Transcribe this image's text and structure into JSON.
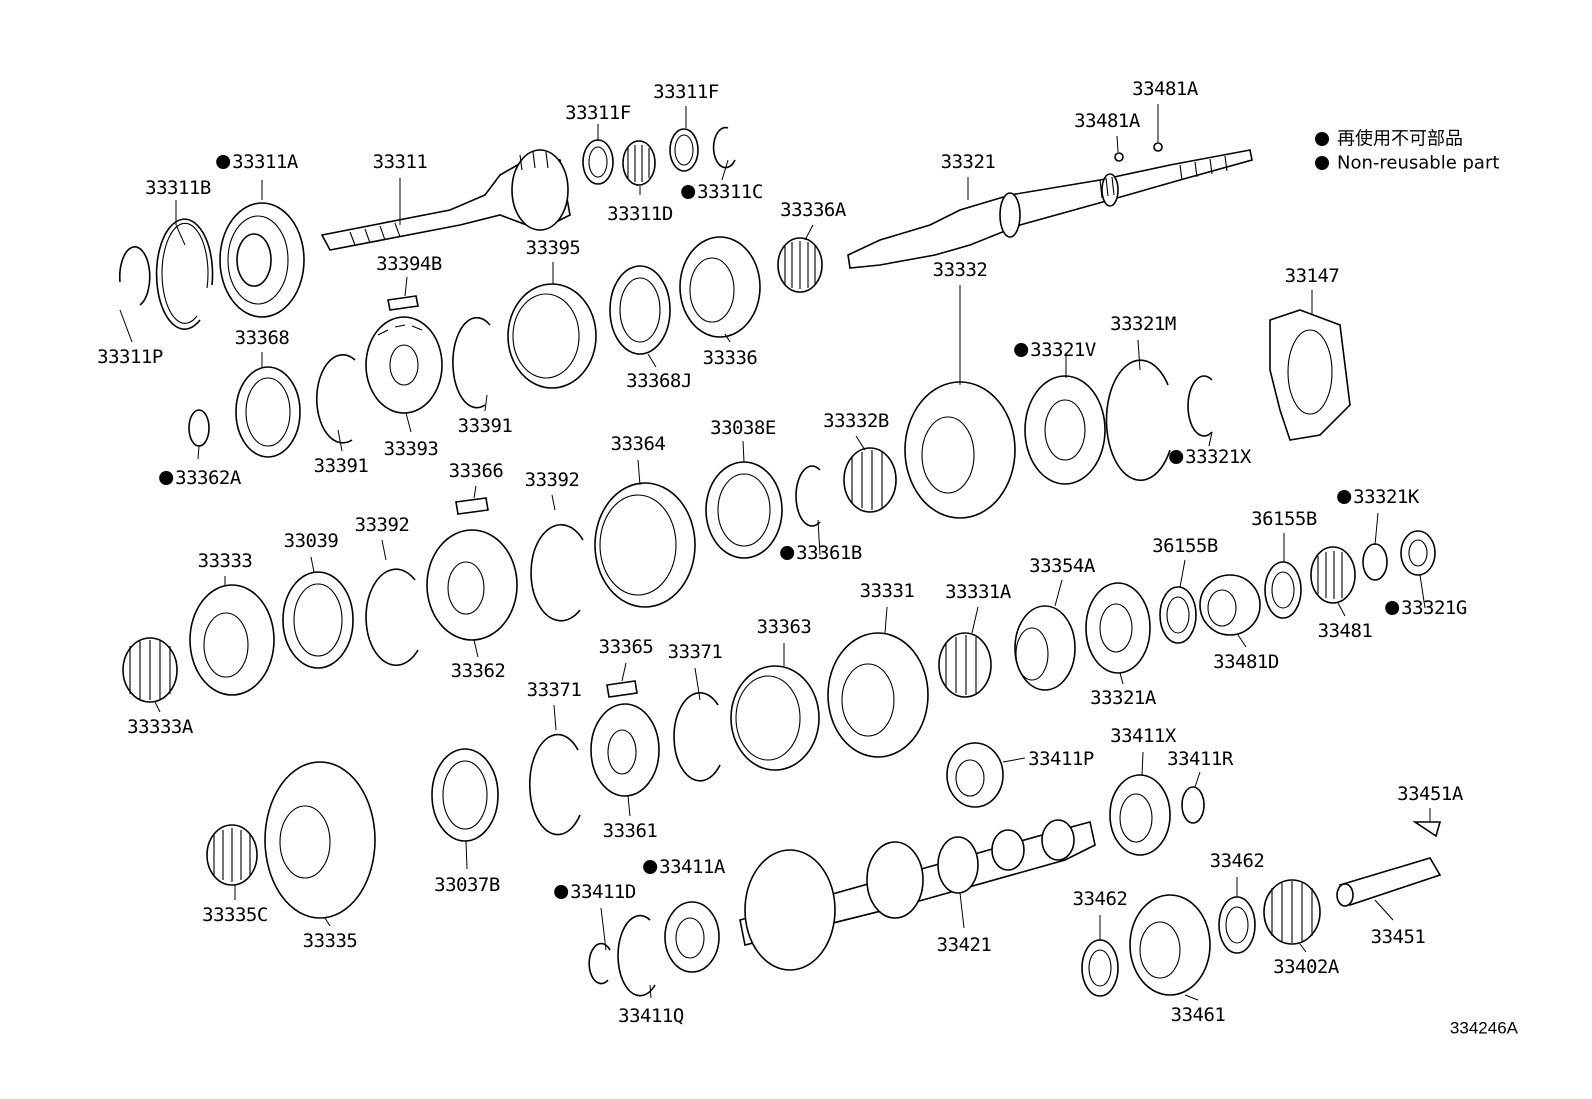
{
  "legend": {
    "line_ja": "再使用不可部品",
    "line_en": "Non-reusable part"
  },
  "figure_code": "334246A",
  "parts": [
    {
      "id": "33311B",
      "non_reusable": false
    },
    {
      "id": "33311A",
      "non_reusable": true
    },
    {
      "id": "33311",
      "non_reusable": false
    },
    {
      "id": "33311F",
      "non_reusable": false
    },
    {
      "id": "33311F",
      "non_reusable": false
    },
    {
      "id": "33311D",
      "non_reusable": false
    },
    {
      "id": "33311C",
      "non_reusable": true
    },
    {
      "id": "33481A",
      "non_reusable": false
    },
    {
      "id": "33481A",
      "non_reusable": false
    },
    {
      "id": "33321",
      "non_reusable": false
    },
    {
      "id": "33336A",
      "non_reusable": false
    },
    {
      "id": "33311P",
      "non_reusable": false
    },
    {
      "id": "33394B",
      "non_reusable": false
    },
    {
      "id": "33395",
      "non_reusable": false
    },
    {
      "id": "33368",
      "non_reusable": false
    },
    {
      "id": "33336",
      "non_reusable": false
    },
    {
      "id": "33368J",
      "non_reusable": false
    },
    {
      "id": "33147",
      "non_reusable": false
    },
    {
      "id": "33332",
      "non_reusable": false
    },
    {
      "id": "33321V",
      "non_reusable": true
    },
    {
      "id": "33321M",
      "non_reusable": false
    },
    {
      "id": "33391",
      "non_reusable": false
    },
    {
      "id": "33393",
      "non_reusable": false
    },
    {
      "id": "33391",
      "non_reusable": false
    },
    {
      "id": "33362A",
      "non_reusable": true
    },
    {
      "id": "33321X",
      "non_reusable": true
    },
    {
      "id": "33364",
      "non_reusable": false
    },
    {
      "id": "33038E",
      "non_reusable": false
    },
    {
      "id": "33332B",
      "non_reusable": false
    },
    {
      "id": "33366",
      "non_reusable": false
    },
    {
      "id": "33392",
      "non_reusable": false
    },
    {
      "id": "33321K",
      "non_reusable": true
    },
    {
      "id": "33333",
      "non_reusable": false
    },
    {
      "id": "33039",
      "non_reusable": false
    },
    {
      "id": "33392",
      "non_reusable": false
    },
    {
      "id": "33361B",
      "non_reusable": true
    },
    {
      "id": "36155B",
      "non_reusable": false
    },
    {
      "id": "36155B",
      "non_reusable": false
    },
    {
      "id": "33331",
      "non_reusable": false
    },
    {
      "id": "33331A",
      "non_reusable": false
    },
    {
      "id": "33354A",
      "non_reusable": false
    },
    {
      "id": "33321G",
      "non_reusable": true
    },
    {
      "id": "33481",
      "non_reusable": false
    },
    {
      "id": "33365",
      "non_reusable": false
    },
    {
      "id": "33371",
      "non_reusable": false
    },
    {
      "id": "33363",
      "non_reusable": false
    },
    {
      "id": "33362",
      "non_reusable": false
    },
    {
      "id": "33481D",
      "non_reusable": false
    },
    {
      "id": "33321A",
      "non_reusable": false
    },
    {
      "id": "33371",
      "non_reusable": false
    },
    {
      "id": "33333A",
      "non_reusable": false
    },
    {
      "id": "33411X",
      "non_reusable": false
    },
    {
      "id": "33411P",
      "non_reusable": false
    },
    {
      "id": "33411R",
      "non_reusable": false
    },
    {
      "id": "33451A",
      "non_reusable": false
    },
    {
      "id": "33361",
      "non_reusable": false
    },
    {
      "id": "33411A",
      "non_reusable": true
    },
    {
      "id": "33462",
      "non_reusable": false
    },
    {
      "id": "33037B",
      "non_reusable": false
    },
    {
      "id": "33411D",
      "non_reusable": true
    },
    {
      "id": "33462",
      "non_reusable": false
    },
    {
      "id": "33335C",
      "non_reusable": false
    },
    {
      "id": "33335",
      "non_reusable": false
    },
    {
      "id": "33421",
      "non_reusable": false
    },
    {
      "id": "33451",
      "non_reusable": false
    },
    {
      "id": "33402A",
      "non_reusable": false
    },
    {
      "id": "33411Q",
      "non_reusable": false
    },
    {
      "id": "33461",
      "non_reusable": false
    }
  ]
}
